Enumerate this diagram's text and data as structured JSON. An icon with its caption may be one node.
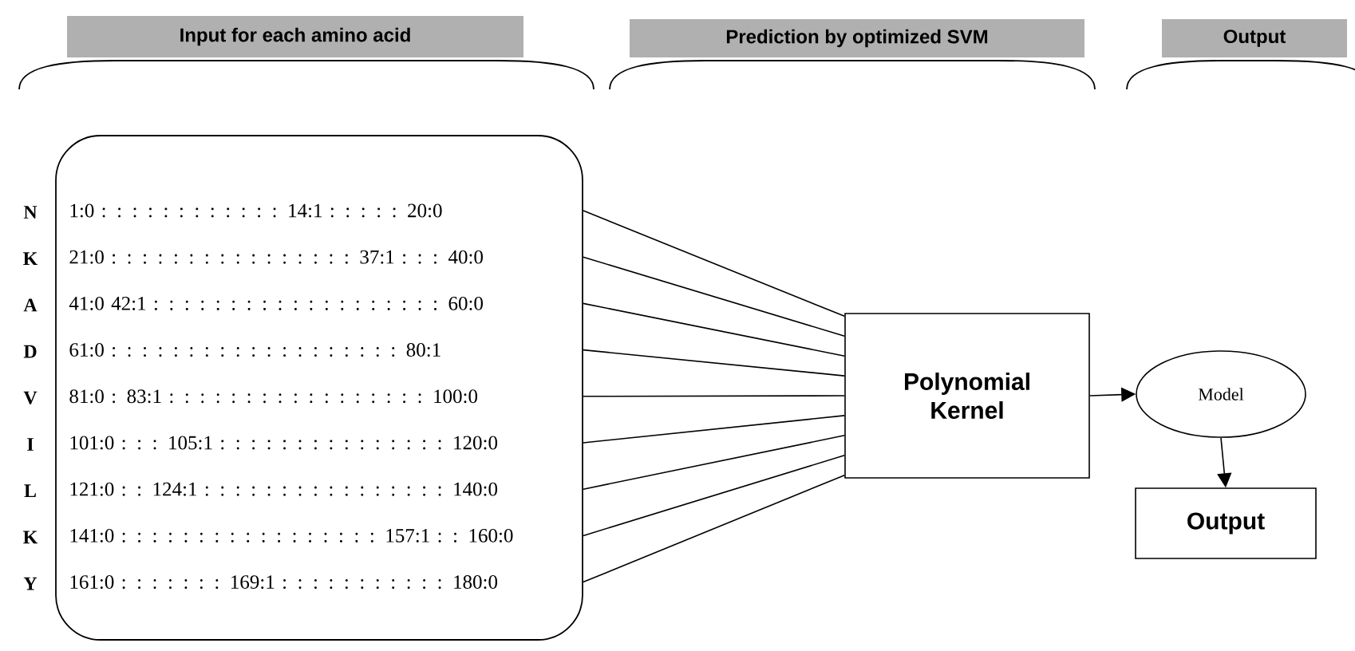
{
  "diagram": {
    "nodes": [
      {
        "text": [
          "Input for each amino acid"
        ]
      },
      {
        "text": [
          "Prediction by optimized SVM"
        ]
      },
      {
        "text": [
          "Output"
        ]
      },
      {
        "text": [],
        "shape": "box"
      },
      {
        "text": [
          "1:0 : : : : : : : : : : : : 14:1 : : : : : 20:0"
        ],
        "beside": [
          "N"
        ],
        "in": 3
      },
      {
        "text": [
          "21:0 : : : : : : : : : : : : : : : : 37:1 : : : 40:0"
        ],
        "beside": [
          "K"
        ],
        "in": 3
      },
      {
        "text": [
          "41:0 42:1 : : : : : : : : : : : : : : : : : : : 60:0"
        ],
        "beside": [
          "A"
        ],
        "in": 3
      },
      {
        "text": [
          "61:0 : : : : : : : : : : : : : : : : : : : 80:1"
        ],
        "beside": [
          "D"
        ],
        "in": 3
      },
      {
        "text": [
          "81:0 : 83:1 : : : : : : : : : : : : : : : : : 100:0"
        ],
        "beside": [
          "V"
        ],
        "in": 3
      },
      {
        "text": [
          "101:0 : : : 105:1 : : : : : : : : : : : : : : : 120:0"
        ],
        "beside": [
          "I"
        ],
        "in": 3
      },
      {
        "text": [
          "121:0 : : 124:1 : : : : : : : : : : : : : : : : 140:0"
        ],
        "beside": [
          "L"
        ],
        "in": 3
      },
      {
        "text": [
          "141:0 : : : : : : : : : : : : : : : : : 157:1 : : 160:0"
        ],
        "beside": [
          "K"
        ],
        "in": 3
      },
      {
        "text": [
          "161:0 : : : : : : : 169:1 : : : : : : : : : : : 180:0"
        ],
        "beside": [
          "Y"
        ],
        "in": 3
      },
      {
        "text": [
          "Polynomial Kernel"
        ]
      },
      {
        "text": [
          "Model"
        ]
      },
      {
        "text": [
          "Output"
        ]
      }
    ],
    "edges": [
      {
        "from": 3,
        "to": 13,
        "arrow": "none"
      },
      {
        "from": 3,
        "to": 13,
        "arrow": "none"
      },
      {
        "from": 3,
        "to": 13,
        "arrow": "none"
      },
      {
        "from": 3,
        "to": 13,
        "arrow": "none"
      },
      {
        "from": 3,
        "to": 13,
        "arrow": "none"
      },
      {
        "from": 3,
        "to": 13,
        "arrow": "none"
      },
      {
        "from": 3,
        "to": 13,
        "arrow": "none"
      },
      {
        "from": 3,
        "to": 13,
        "arrow": "none"
      },
      {
        "from": 3,
        "to": 13,
        "arrow": "none"
      },
      {
        "from": 13,
        "to": 14,
        "arrow": "to"
      },
      {
        "from": 14,
        "to": 15,
        "arrow": "to"
      }
    ]
  }
}
